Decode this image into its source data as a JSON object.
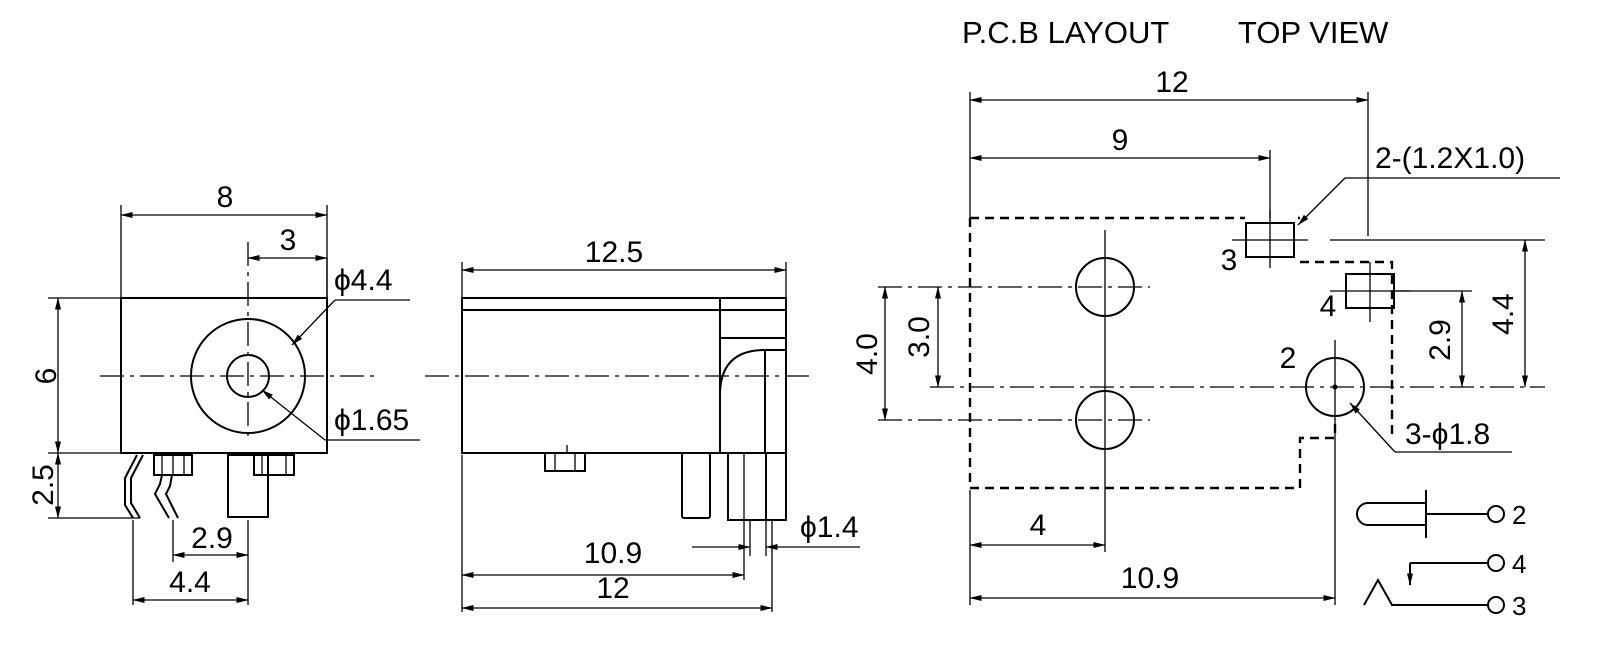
{
  "drawing": {
    "front_view": {
      "width": "8",
      "offset": "3",
      "outer_diameter": "ϕ4.4",
      "height": "6",
      "inner_diameter": "ϕ1.65",
      "pin_height": "2.5",
      "pin_spacing_a": "2.9",
      "pin_spacing_b": "4.4"
    },
    "side_view": {
      "length": "12.5",
      "pin_position": "10.9",
      "total_length": "12",
      "pin_diameter": "ϕ1.4"
    },
    "pcb_layout": {
      "title": "P.C.B LAYOUT",
      "view_title": "TOP VIEW",
      "width": "12",
      "pad_position": "9",
      "slot_callout": "2-(1.2X1.0)",
      "hole_span_outer": "4.0",
      "hole_span_inner": "3.0",
      "pin_offset": "2.9",
      "pin_span": "4.4",
      "hole_callout": "3-ϕ1.8",
      "left_offset": "4",
      "bottom_length": "10.9",
      "pin_labels": [
        "3",
        "4",
        "2"
      ]
    },
    "schematic": {
      "terminals": [
        "2",
        "4",
        "3"
      ]
    }
  }
}
